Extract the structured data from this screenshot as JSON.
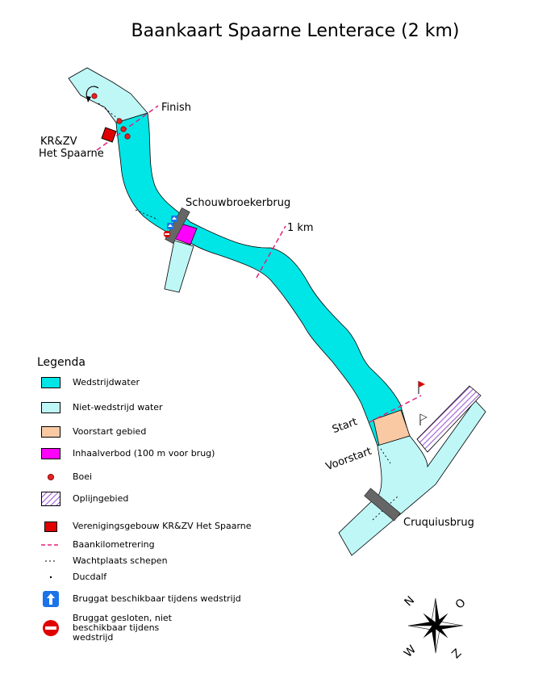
{
  "title": "Baankaart Spaarne Lenterace (2 km)",
  "labels": {
    "finish": "Finish",
    "club_line1": "KR&ZV",
    "club_line2": "Het Spaarne",
    "bridge_north": "Schouwbroekerbrug",
    "km_marker": "1 km",
    "start": "Start",
    "pre_start": "Voorstart",
    "bridge_south": "Cruquiusbrug"
  },
  "legend": {
    "title": "Legenda",
    "items": [
      {
        "key": "race_water",
        "label": "Wedstrijdwater",
        "color": "#00e5e5"
      },
      {
        "key": "non_race_water",
        "label": "Niet-wedstrijd water",
        "color": "#bff7f7"
      },
      {
        "key": "pre_start_area",
        "label": "Voorstart gebied",
        "color": "#f8c9a3"
      },
      {
        "key": "no_overtaking",
        "label": "Inhaalverbod (100 m voor brug)",
        "color": "#ff00ff"
      },
      {
        "key": "buoy",
        "label": "Boei",
        "color": "#e52222"
      },
      {
        "key": "lineup_area",
        "label": "Oplijngebied",
        "color": "#b27fe0"
      },
      {
        "key": "clubhouse",
        "label": "Verenigingsgebouw KR&ZV Het Spaarne",
        "color": "#e00000"
      },
      {
        "key": "km_marking",
        "label": "Baankilometrering",
        "color": "#e0207a"
      },
      {
        "key": "waiting_boats",
        "label": "Wachtplaats schepen",
        "color": "#000000"
      },
      {
        "key": "dolphin",
        "label": "Ducdalf",
        "color": "#000000"
      },
      {
        "key": "bridge_open",
        "label": "Bruggat beschikbaar tijdens wedstrijd",
        "color": "#1a73e8"
      },
      {
        "key": "bridge_closed",
        "label": "Bruggat gesloten, niet beschikbaar tijdens wedstrijd",
        "color": "#e00000"
      }
    ]
  },
  "compass": {
    "north": "N",
    "east": "O",
    "south": "Z",
    "west": "W"
  }
}
